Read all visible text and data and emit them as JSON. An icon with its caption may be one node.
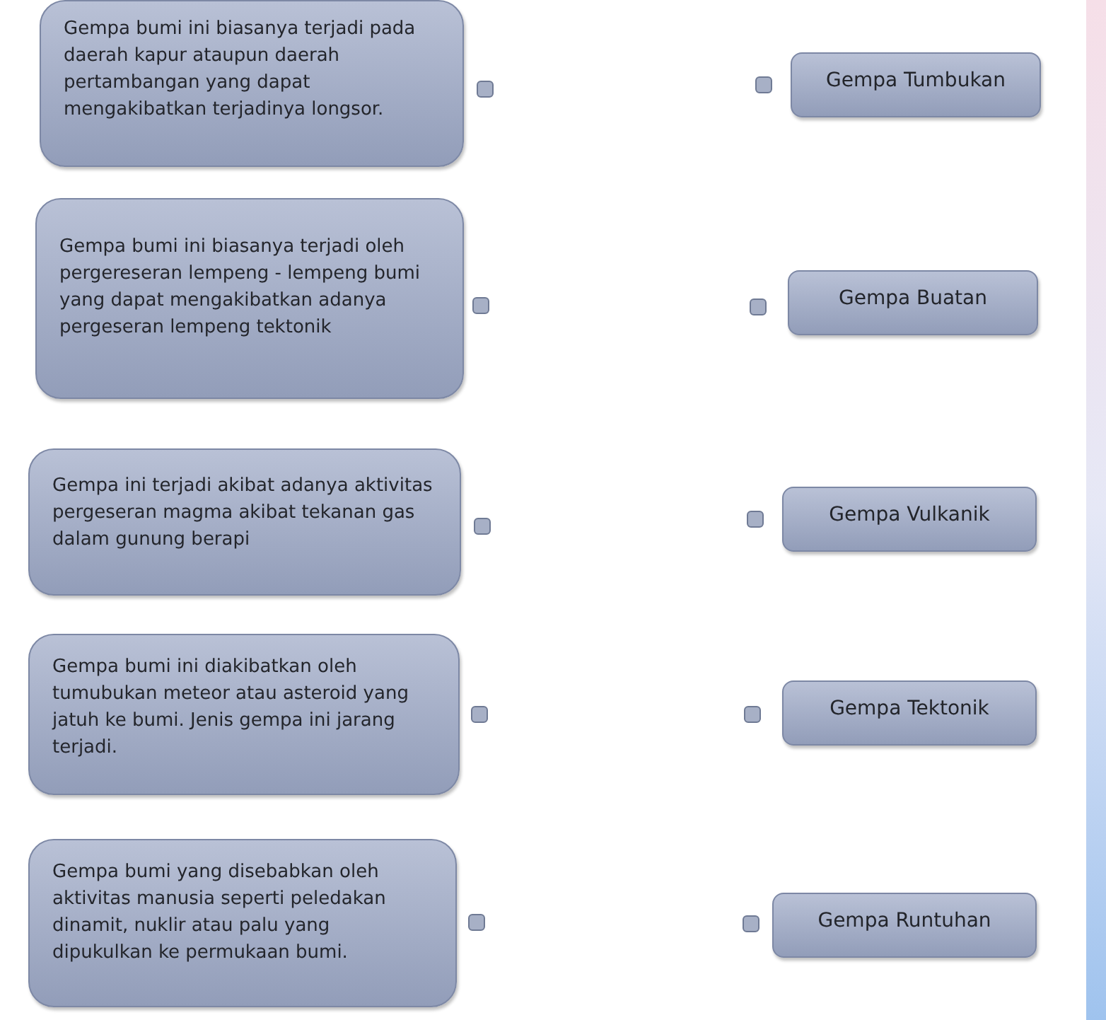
{
  "diagram": {
    "nodes": [
      {
        "text": [
          "Gempa bumi ini biasanya terjadi pada daerah kapur ataupun daerah pertambangan yang dapat mengakibatkan terjadinya longsor."
        ]
      },
      {
        "text": [
          "Gempa bumi ini biasanya terjadi oleh pergereseran lempeng - lempeng bumi yang dapat mengakibatkan adanya pergeseran lempeng tektonik"
        ]
      },
      {
        "text": [
          "Gempa ini terjadi akibat adanya aktivitas pergeseran magma akibat tekanan gas dalam gunung berapi"
        ]
      },
      {
        "text": [
          "Gempa bumi ini diakibatkan oleh tumubukan meteor atau asteroid yang jatuh ke bumi. Jenis gempa ini jarang terjadi."
        ]
      },
      {
        "text": [
          "Gempa bumi yang disebabkan oleh aktivitas manusia seperti peledakan dinamit, nuklir atau palu yang dipukulkan ke permukaan bumi."
        ]
      },
      {
        "text": [
          "Gempa Tumbukan"
        ]
      },
      {
        "text": [
          "Gempa Buatan"
        ]
      },
      {
        "text": [
          "Gempa Vulkanik"
        ]
      },
      {
        "text": [
          "Gempa Tektonik"
        ]
      },
      {
        "text": [
          "Gempa Runtuhan"
        ]
      }
    ]
  }
}
